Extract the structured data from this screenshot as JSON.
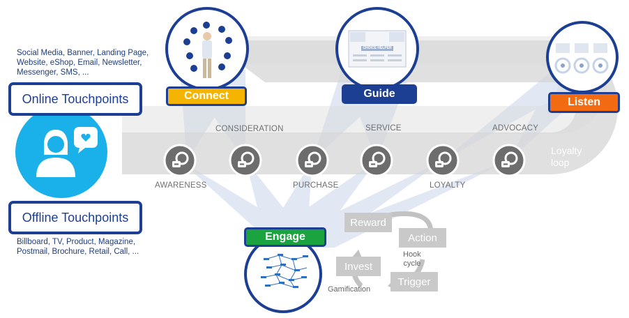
{
  "online": {
    "channels": [
      "Social Media, Banner, Landing Page,",
      "Website, eShop, Email, Newsletter,",
      "Messenger, SMS, ..."
    ],
    "title": "Online Touchpoints"
  },
  "offline": {
    "title": "Offline Touchpoints",
    "channels": [
      "Billboard, TV, Product, Magazine,",
      "Postmail, Brochure, Retail, Call, ..."
    ]
  },
  "stages": {
    "awareness": "AWARENESS",
    "consideration": "CONSIDERATION",
    "purchase": "PURCHASE",
    "service": "SERVICE",
    "loyalty": "LOYALTY",
    "advocacy": "ADVOCACY"
  },
  "loyalty_loop": [
    "Loyalty",
    "loop"
  ],
  "phases": {
    "connect": "Connect",
    "guide": "Guide",
    "listen": "Listen",
    "engage": "Engage"
  },
  "guide_panel": {
    "header": "CHOICE HELPER"
  },
  "hook": {
    "reward": "Reward",
    "action": "Action",
    "invest": "Invest",
    "trigger": "Trigger",
    "cycle": [
      "Hook",
      "cycle"
    ],
    "gamification": "Gamification"
  },
  "colors": {
    "navy": "#1c3f94",
    "cyan": "#1ab0ea",
    "connect": "#f5b400",
    "guide": "#1c3f94",
    "listen": "#f26b13",
    "engage": "#1aa33f",
    "band": "#d9d9d9",
    "stage_icon": "#6d6d6d"
  },
  "icons": [
    "person-chat-icon",
    "touchpoint-icon",
    "choice-helper-icon",
    "feedback-icon",
    "customer-journey-map-icon"
  ]
}
